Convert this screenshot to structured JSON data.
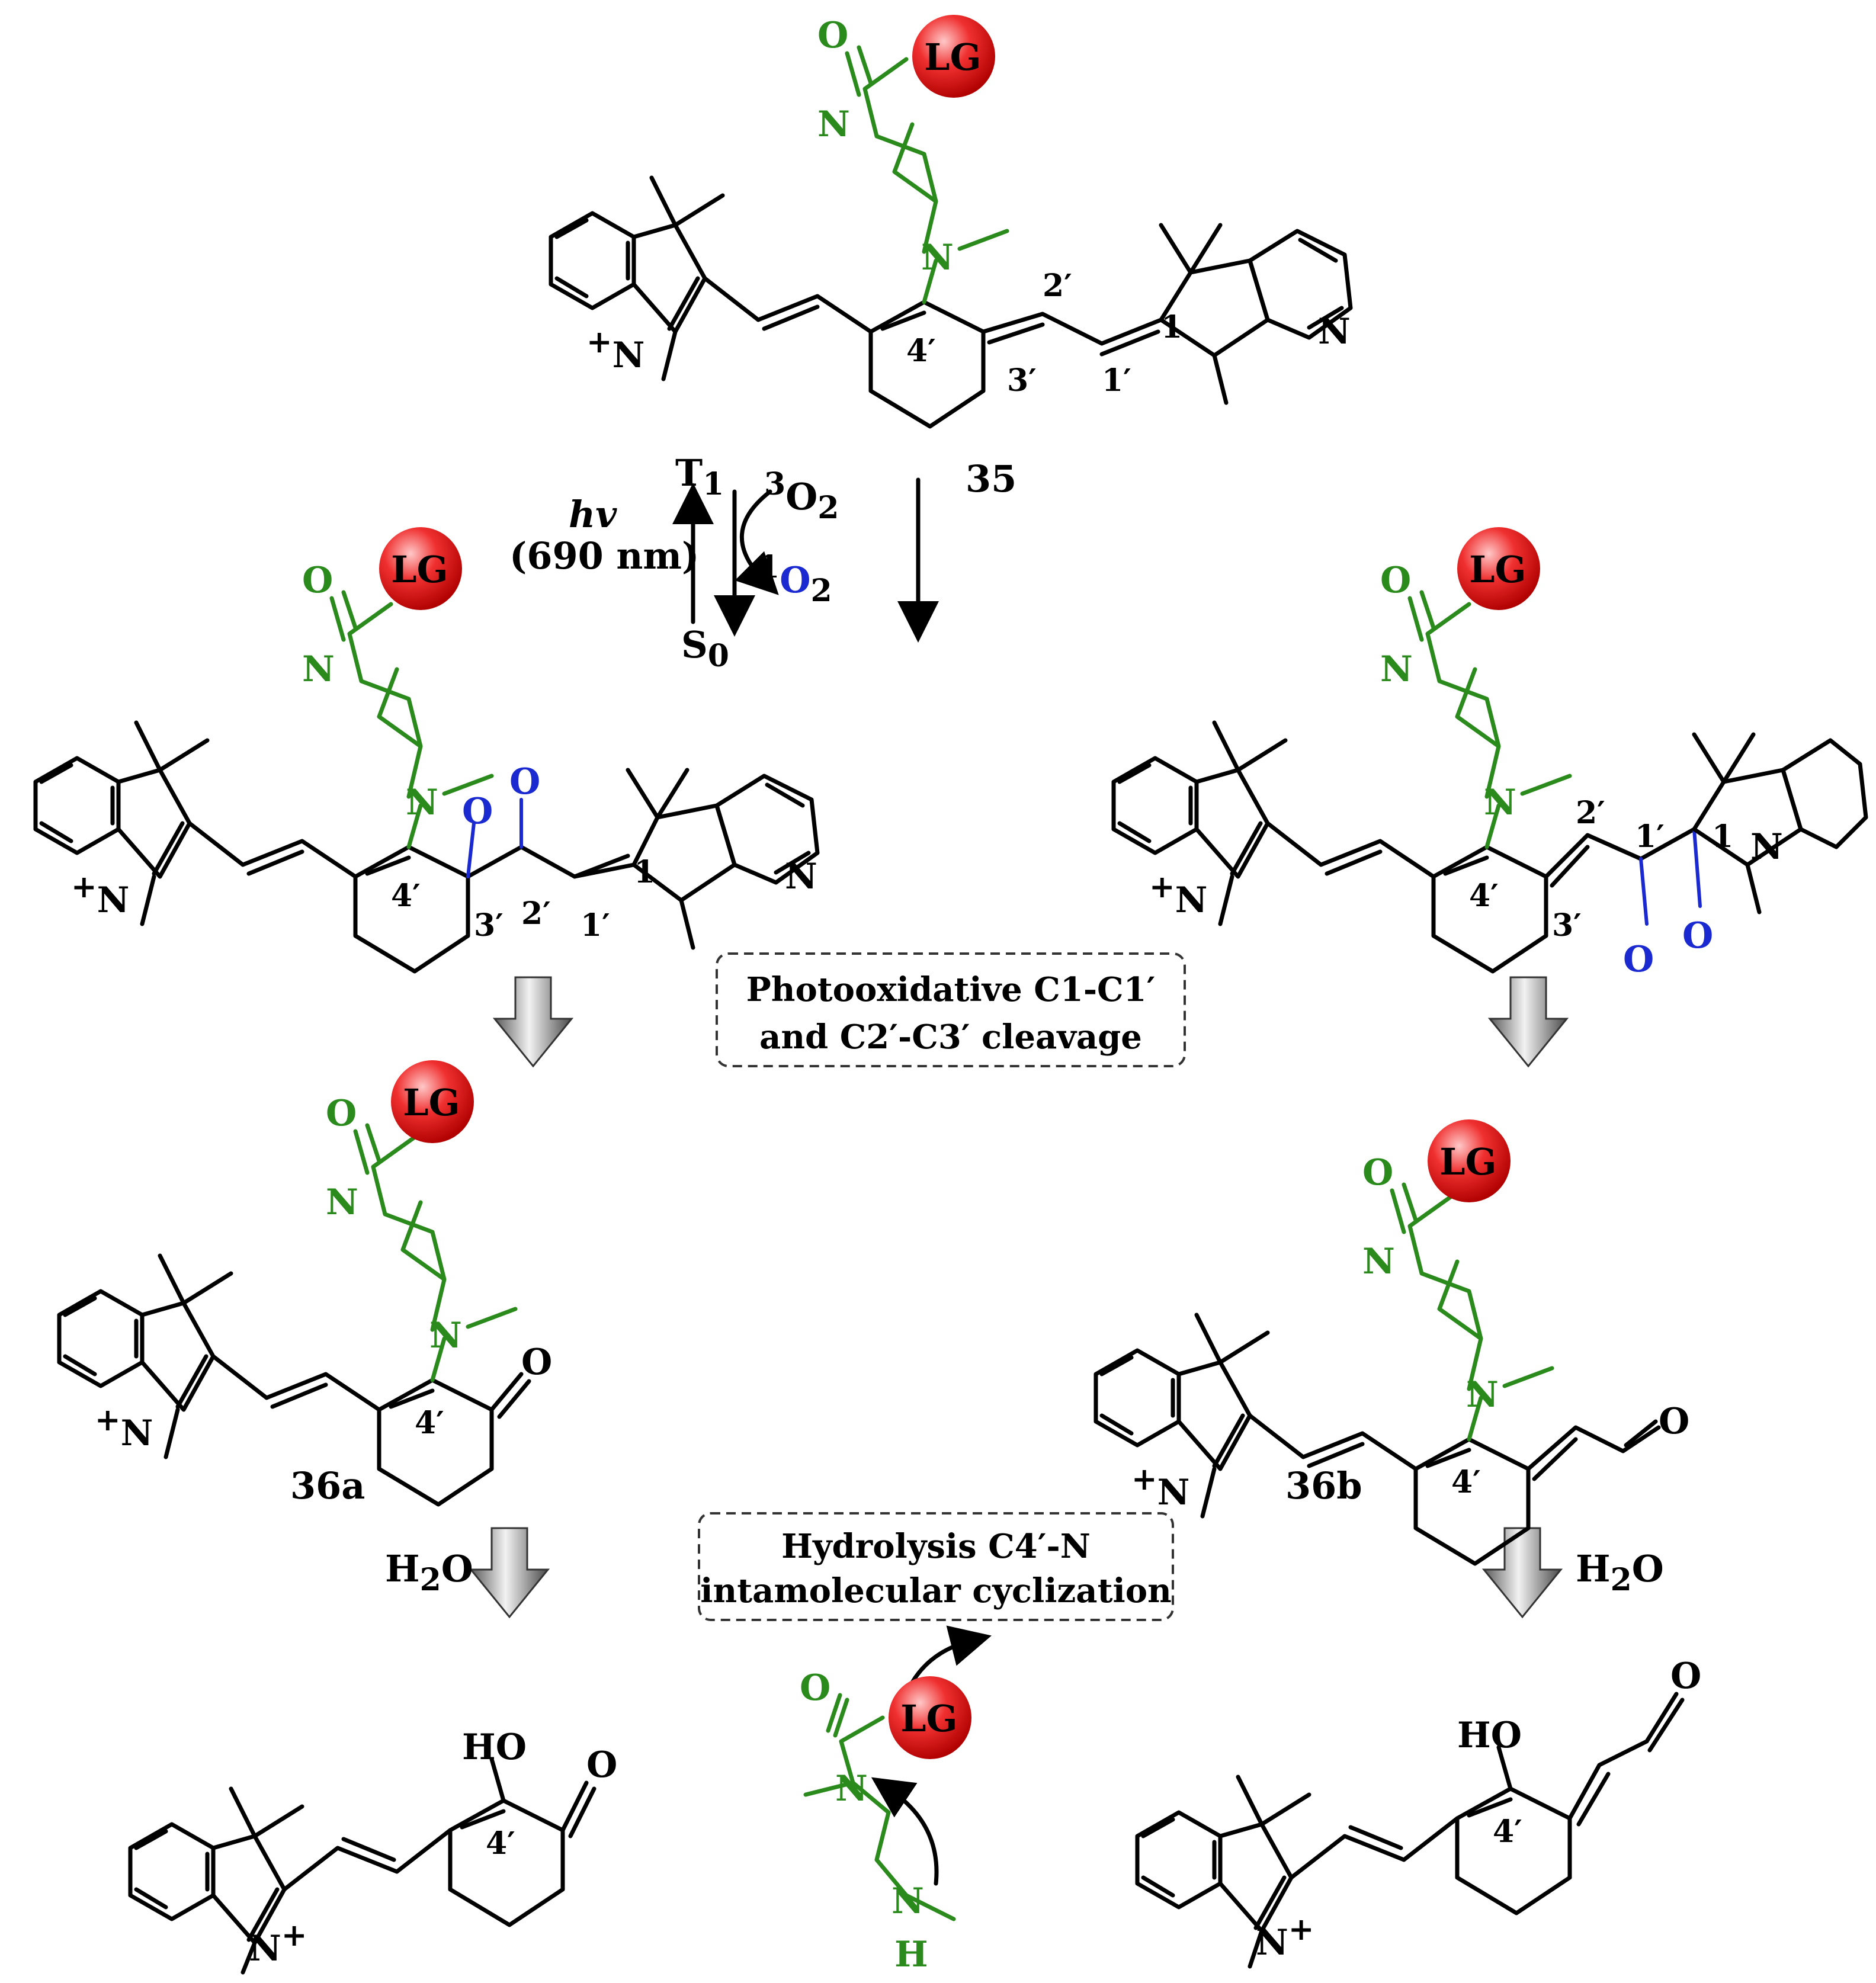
{
  "compounds": {
    "c35": "35",
    "c36a": "36a",
    "c36b": "36b"
  },
  "atoms": {
    "lg": "LG",
    "o": "O",
    "n": "N",
    "h": "H",
    "ho": "HO",
    "plus": "+"
  },
  "positions": {
    "p1": "1",
    "p1p": "1′",
    "p2p": "2′",
    "p3p": "3′",
    "p4p": "4′"
  },
  "photo": {
    "hv": "hv",
    "wavelength": "(690 nm)",
    "t1": "T",
    "t1_sub": "1",
    "s0": "S",
    "s0_sub": "0",
    "triplet_o2_sup": "3",
    "singlet_o2_sup": "1",
    "o2": "O",
    "o2_sub": "2"
  },
  "steps": {
    "water": "H",
    "water_sub": "2",
    "water_o": "O",
    "box1_line1": "Photooxidative C1-C1′",
    "box1_line2": "and C2′-C3′ cleavage",
    "box2_line1": "Hydrolysis C4′-N",
    "box2_line2": "intamolecular cyclization"
  },
  "colors": {
    "carbamate_linker": "#2a8a1c",
    "peroxide": "#1a2ad0",
    "leaving_group": "#e01010"
  }
}
